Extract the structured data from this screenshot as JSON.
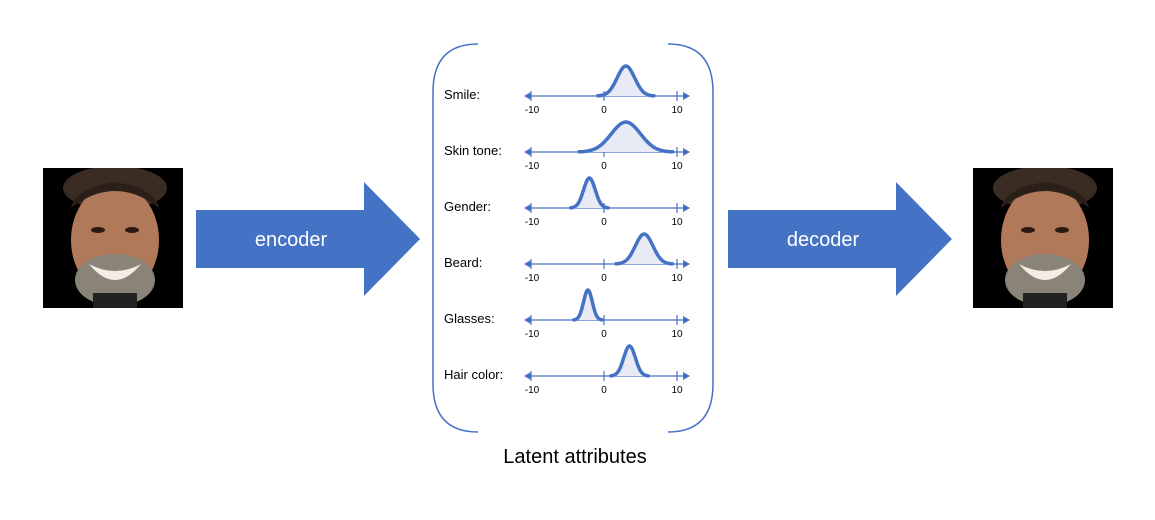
{
  "encoder_label": "encoder",
  "decoder_label": "decoder",
  "caption": "Latent attributes",
  "colors": {
    "arrow_fill": "#4472C4",
    "curve": "#4472C4",
    "curve_fill": "#E8EBF5",
    "axis": "#4472C4",
    "bracket": "#4472C4"
  },
  "attributes": [
    {
      "label": "Smile:",
      "mean": 3,
      "sd": 1.2,
      "tick_labels": [
        "-10",
        "0",
        "10"
      ]
    },
    {
      "label": "Skin tone:",
      "mean": 3,
      "sd": 2.0,
      "tick_labels": [
        "-10",
        "0",
        "10"
      ]
    },
    {
      "label": "Gender:",
      "mean": -2,
      "sd": 0.8,
      "tick_labels": [
        "-10",
        "0",
        "10"
      ]
    },
    {
      "label": "Beard:",
      "mean": 5.5,
      "sd": 1.2,
      "tick_labels": [
        "-10",
        "0",
        "10"
      ]
    },
    {
      "label": "Glasses:",
      "mean": -2.2,
      "sd": 0.6,
      "tick_labels": [
        "-10",
        "0",
        "10"
      ]
    },
    {
      "label": "Hair color:",
      "mean": 3.5,
      "sd": 0.8,
      "tick_labels": [
        "-10",
        "0",
        "10"
      ]
    }
  ]
}
